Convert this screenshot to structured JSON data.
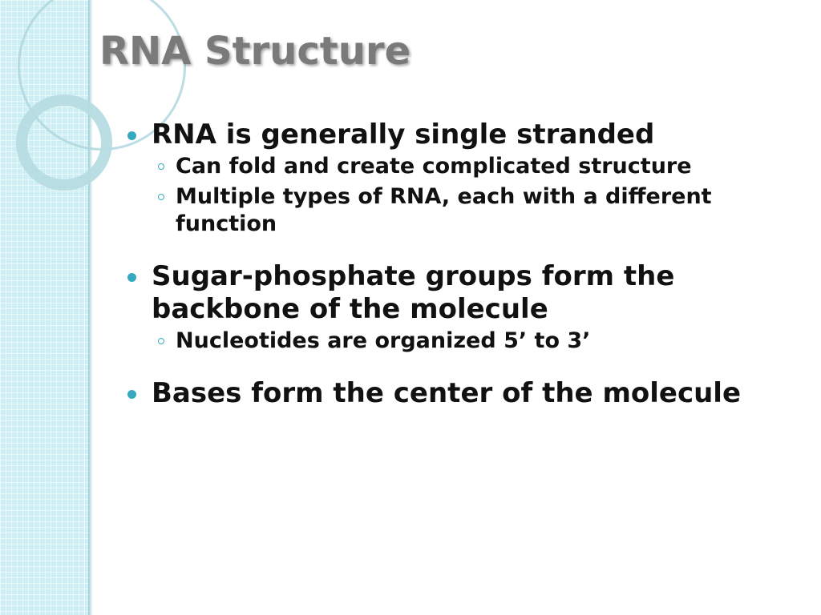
{
  "slide": {
    "title": "RNA Structure",
    "bullets": [
      {
        "text": "RNA is generally single stranded",
        "sub": [
          "Can fold and create complicated structure",
          "Multiple types of RNA, each with a different function"
        ]
      },
      {
        "text": "Sugar-phosphate groups form the backbone of the molecule",
        "sub": [
          "Nucleotides are organized 5’ to 3’"
        ]
      },
      {
        "text": "Bases form the center of the molecule",
        "sub": []
      }
    ]
  },
  "colors": {
    "title": "#7a7a7a",
    "bullet_accent": "#36a9bf",
    "side_strip": "#cdeef3",
    "body_text": "#111111"
  }
}
